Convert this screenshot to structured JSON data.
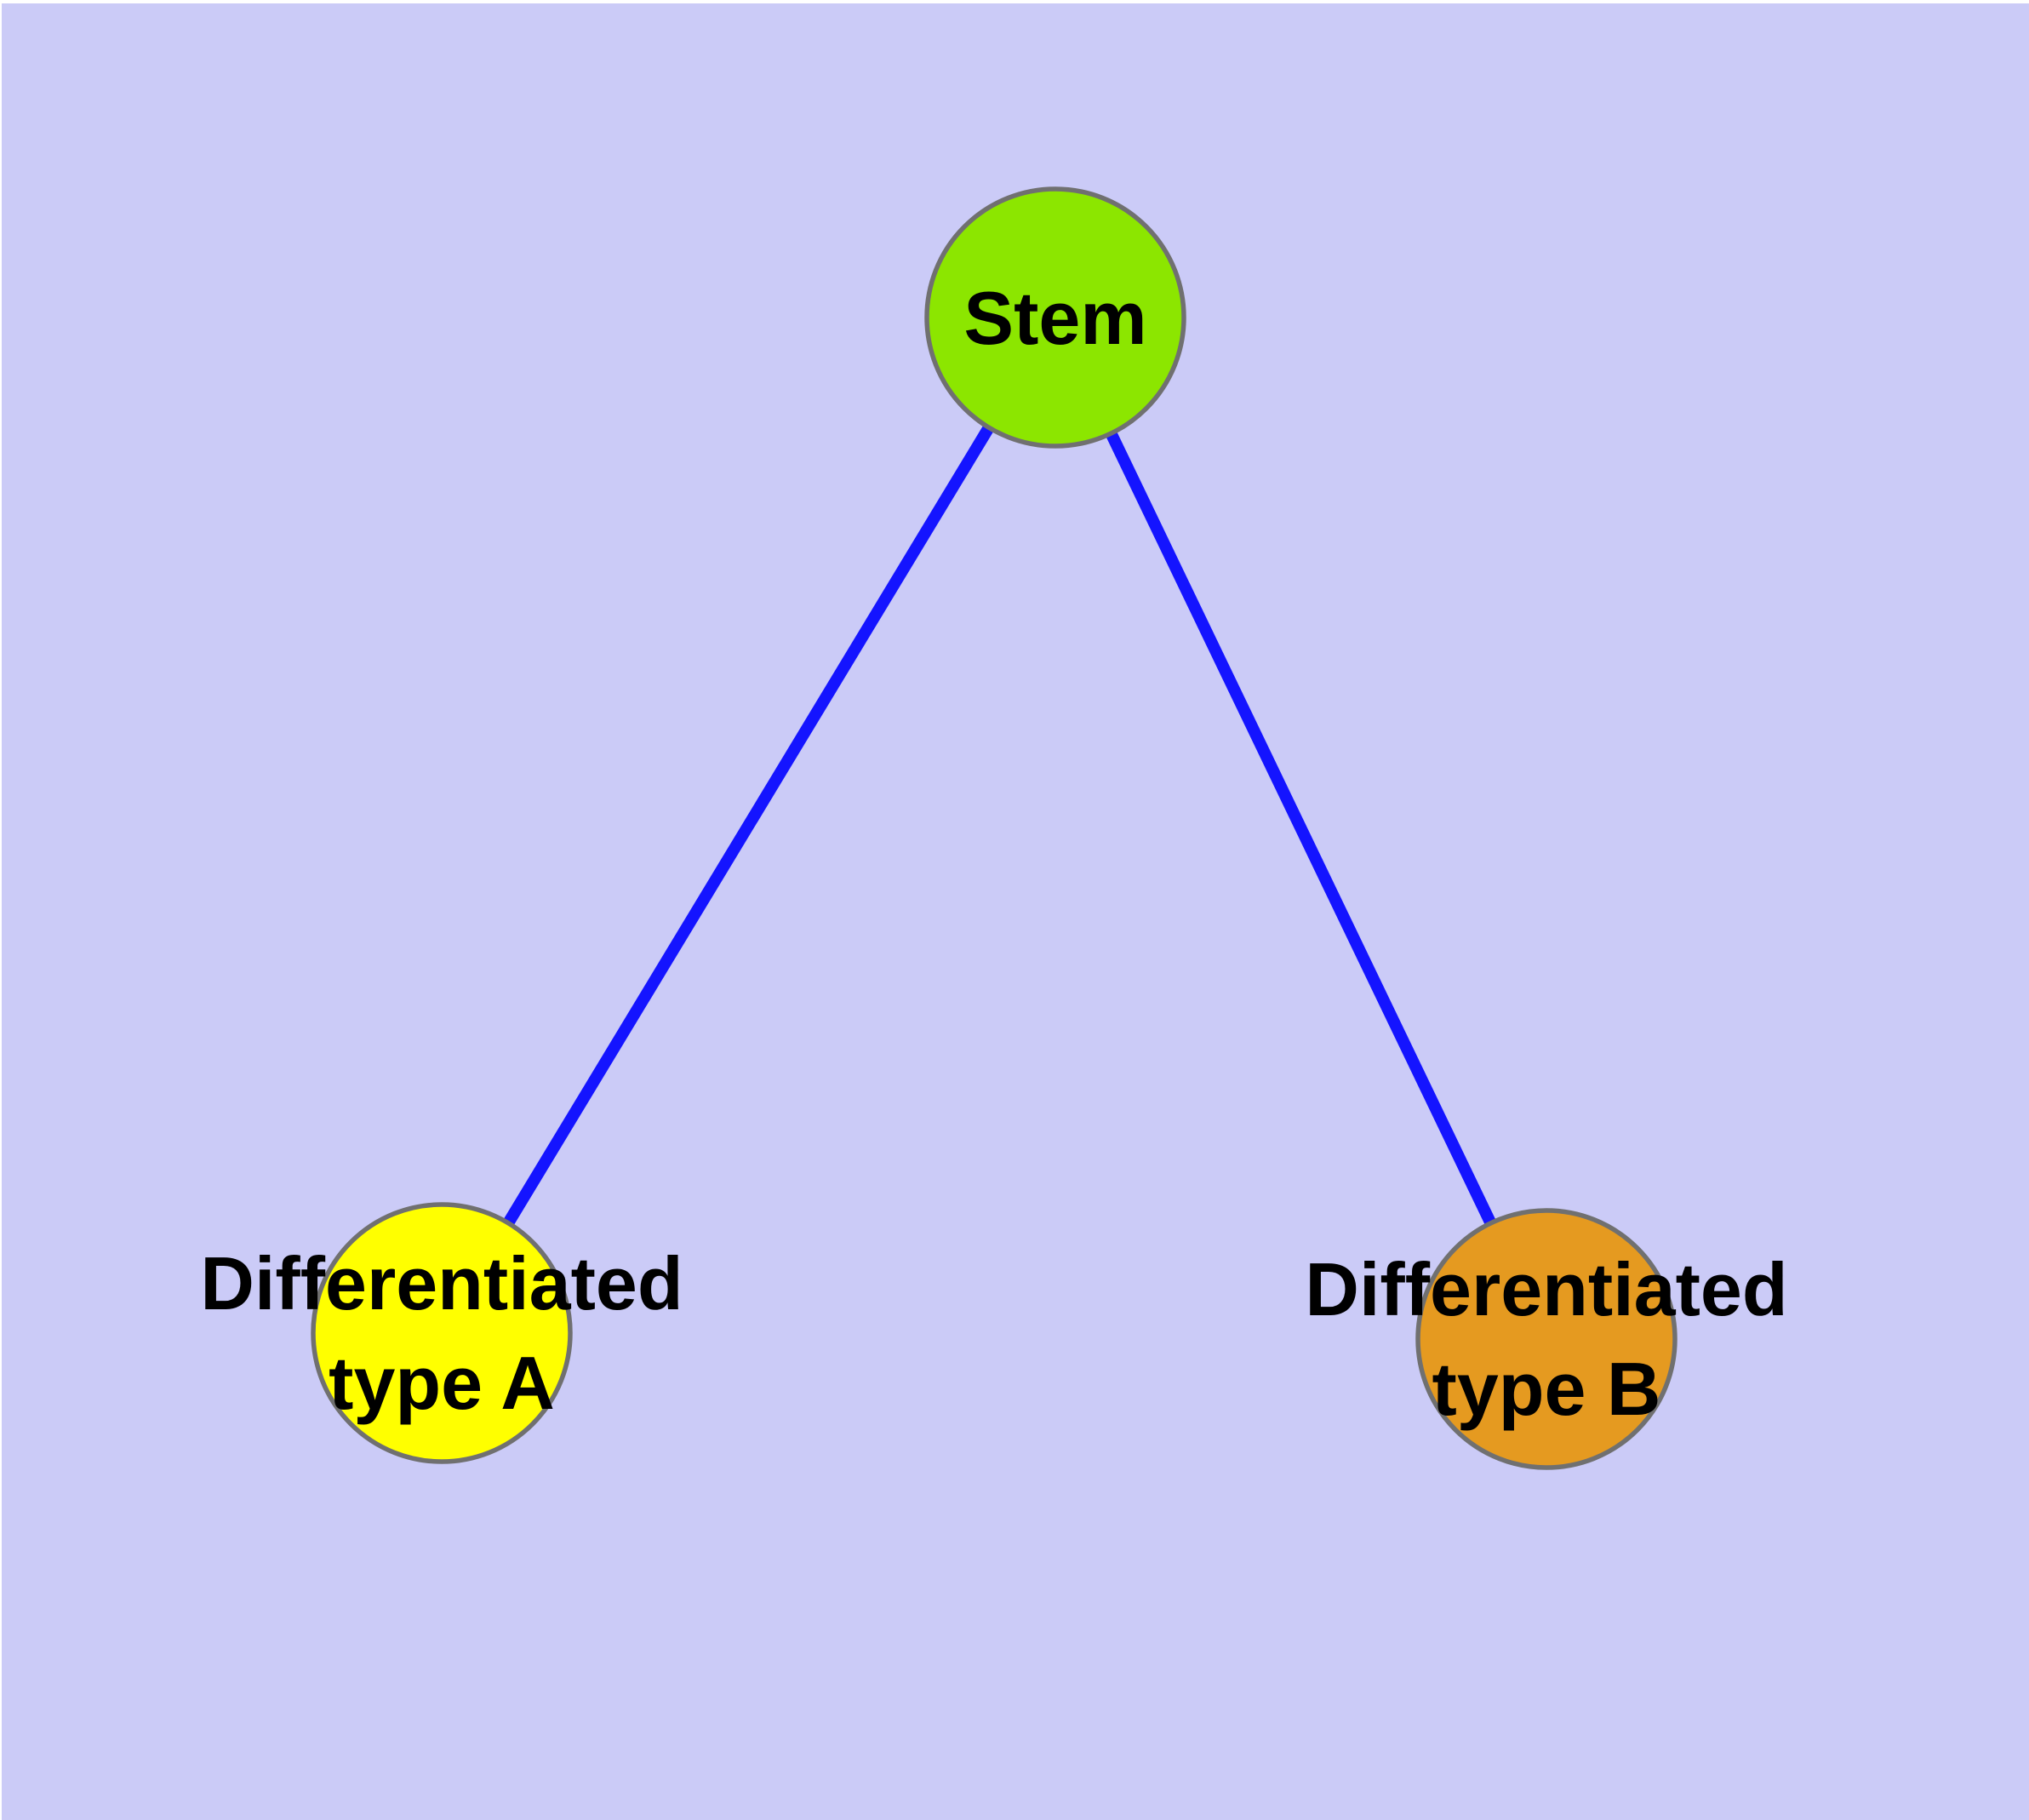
{
  "diagram": {
    "description": "Cell differentiation graph: stem node connected to two differentiated cell type nodes",
    "background_color": "#CBCBF7",
    "frame_color": "#FFFFFF",
    "edge_color": "#1414FF",
    "node_border_color": "#707070",
    "label_color": "#000000",
    "nodes": [
      {
        "id": "stem",
        "label": "Stem",
        "label_line1": "Stem",
        "fill": "#8CE600"
      },
      {
        "id": "differentiated-type-a",
        "label": "Differentiated type A",
        "label_line1": "Differentiated",
        "label_line2": "type A",
        "fill": "#FFFF00"
      },
      {
        "id": "differentiated-type-b",
        "label": "Differentiated type B",
        "label_line1": "Differentiated",
        "label_line2": "type B",
        "fill": "#E59A20"
      }
    ],
    "edges": [
      {
        "from": "Stem",
        "to": "Differentiated type A"
      },
      {
        "from": "Stem",
        "to": "Differentiated type B"
      }
    ]
  }
}
